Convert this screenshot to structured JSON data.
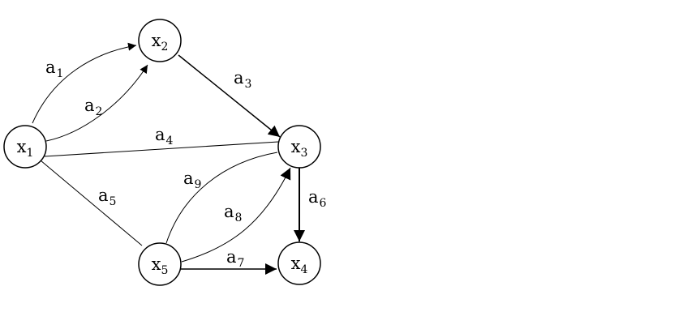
{
  "nodes": [
    {
      "id": "x1",
      "base": "x",
      "sub": "1"
    },
    {
      "id": "x2",
      "base": "x",
      "sub": "2"
    },
    {
      "id": "x3",
      "base": "x",
      "sub": "3"
    },
    {
      "id": "x4",
      "base": "x",
      "sub": "4"
    },
    {
      "id": "x5",
      "base": "x",
      "sub": "5"
    }
  ],
  "edges": [
    {
      "id": "a1",
      "base": "a",
      "sub": "1",
      "from": "x1",
      "to": "x2",
      "directed": true
    },
    {
      "id": "a2",
      "base": "a",
      "sub": "2",
      "from": "x1",
      "to": "x2",
      "directed": true
    },
    {
      "id": "a3",
      "base": "a",
      "sub": "3",
      "from": "x2",
      "to": "x3",
      "directed": true
    },
    {
      "id": "a4",
      "base": "a",
      "sub": "4",
      "from": "x1",
      "to": "x3",
      "directed": false
    },
    {
      "id": "a5",
      "base": "a",
      "sub": "5",
      "from": "x1",
      "to": "x5",
      "directed": false
    },
    {
      "id": "a6",
      "base": "a",
      "sub": "6",
      "from": "x3",
      "to": "x4",
      "directed": true
    },
    {
      "id": "a7",
      "base": "a",
      "sub": "7",
      "from": "x5",
      "to": "x4",
      "directed": true
    },
    {
      "id": "a8",
      "base": "a",
      "sub": "8",
      "from": "x5",
      "to": "x3",
      "directed": true
    },
    {
      "id": "a9",
      "base": "a",
      "sub": "9",
      "from": "x5",
      "to": "x3",
      "directed": false
    }
  ],
  "colors": {
    "stroke": "#000000",
    "background": "#ffffff"
  }
}
